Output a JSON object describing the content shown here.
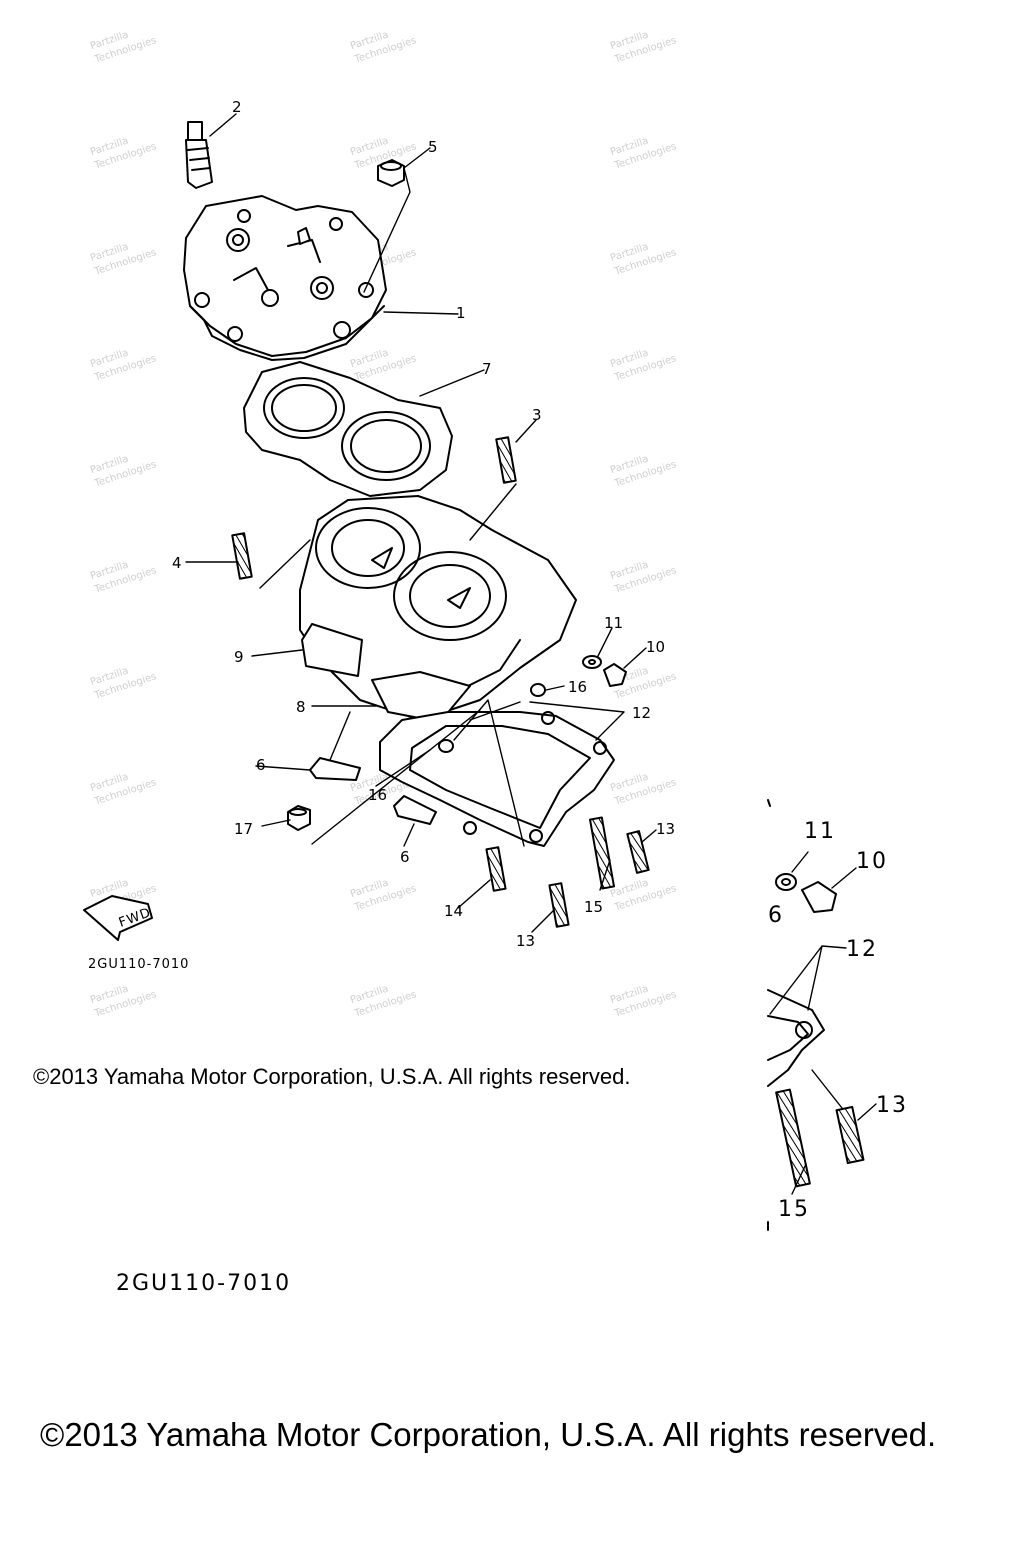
{
  "watermark": {
    "line1": "Partzilla",
    "line2": "Technologies"
  },
  "diagram_code": "2GU110-7010",
  "diagram_code_partial": "2GU110-7010",
  "fwd_label": "FWD",
  "copyright_small": "©2013 Yamaha Motor Corporation, U.S.A. All rights reserved.",
  "copyright_large": "©2013 Yamaha Motor Corporation, U.S.A. All rights reserved.",
  "callouts": {
    "c1": "1",
    "c2": "2",
    "c3": "3",
    "c4": "4",
    "c5": "5",
    "c6a": "6",
    "c6b": "6",
    "c7": "7",
    "c8": "8",
    "c9": "9",
    "c10": "10",
    "c11": "11",
    "c12": "12",
    "c13a": "13",
    "c13b": "13",
    "c14": "14",
    "c15": "15",
    "c16a": "16",
    "c16b": "16",
    "c17": "17"
  },
  "zoom_callouts": {
    "z11": "11",
    "z10": "10",
    "z6": "6",
    "z12": "12",
    "z13": "13",
    "z15": "15"
  }
}
